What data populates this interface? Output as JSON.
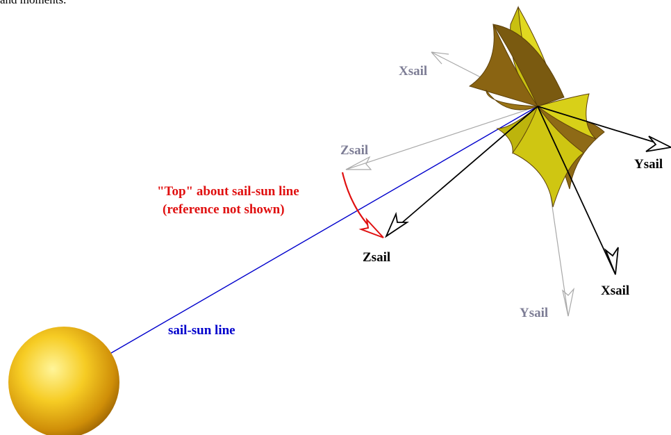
{
  "caption_fragment": "and moments.",
  "labels": {
    "xsail_ref": "Xsail",
    "zsail_ref": "Zsail",
    "ysail_ref": "Ysail",
    "xsail": "Xsail",
    "ysail": "Ysail",
    "zsail": "Zsail",
    "top_line1": "\"Top\" about sail-sun line",
    "top_line2": "(reference not shown)",
    "sun_line": "sail-sun line"
  },
  "colors": {
    "reference_axes": "#a8a8a8",
    "reference_text": "#7d7d95",
    "body_axes": "#000000",
    "sun_line": "#0000cc",
    "top_arc": "#e01010",
    "sail_dark": "#8a6412",
    "sail_light": "#d2ca12",
    "sun": "#f2c018"
  }
}
